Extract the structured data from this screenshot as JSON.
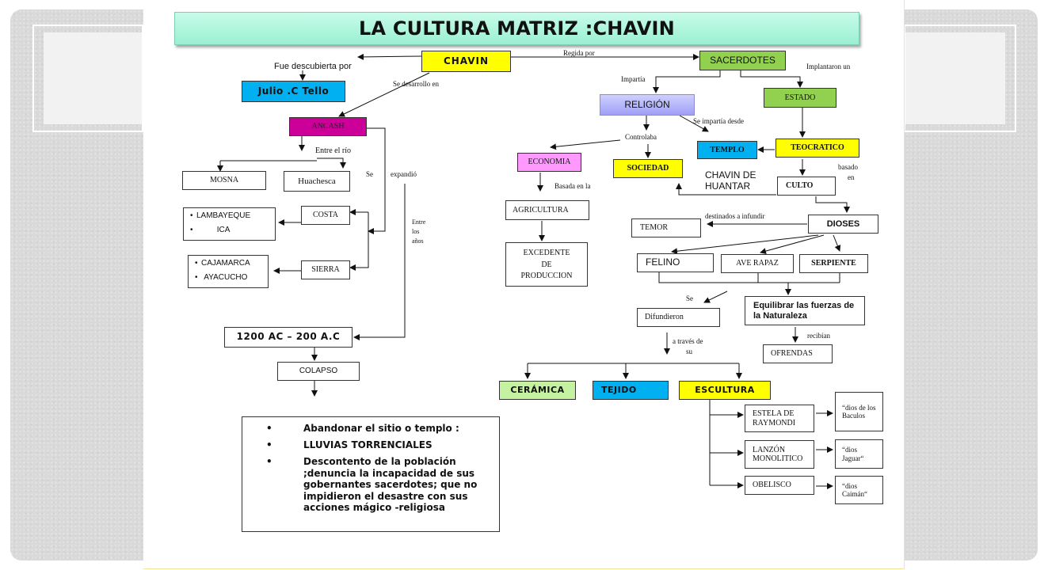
{
  "title": "LA CULTURA MATRIZ :CHAVIN",
  "nodes": {
    "chavin": "CHAVIN",
    "sacerdotes": "SACERDOTES",
    "julio": "Julio .C Tello",
    "ancash": "ANCASH",
    "religion": "RELIGIÓN",
    "estado": "ESTADO",
    "teocratico": "TEOCRATICO",
    "templo": "TEMPLO",
    "economia": "ECONOMIA",
    "sociedad": "SOCIEDAD",
    "mosna": "MOSNA",
    "huachesca": "Huachesca",
    "lambayeque": "LAMBAYEQUE",
    "ica": "ICA",
    "costa": "COSTA",
    "cajamarca": "CAJAMARCA",
    "ayacucho": "AYACUCHO",
    "sierra": "SIERRA",
    "agricultura": "AGRICULTURA",
    "excedente": "EXCEDENTE",
    "de": "DE",
    "produccion": "PRODUCCION",
    "culto": "CULTO",
    "dioses": "DIOSES",
    "temor": "TEMOR",
    "felino": "FELINO",
    "ave_rapaz": "AVE RAPAZ",
    "serpiente": "SERPIENTE",
    "difundieron": "Difundieron",
    "equilibrar": "Equilibrar las fuerzas de la Naturaleza",
    "ofrendas": "OFRENDAS",
    "periodo": "1200 AC – 200 A.C",
    "colapso": "COLAPSO",
    "ceramica": "CERÁMICA",
    "tejido": "TEJIDO",
    "escultura": "ESCULTURA",
    "estela": "ESTELA DE RAYMONDI",
    "lanzon": "LANZÓN MONOLITICO",
    "obelisco": "OBELISCO",
    "dios_baculos": "“dios de los Baculos",
    "dios_jaguar": "“dios Jaguar“",
    "dios_caiman": "“dios Caimán“"
  },
  "labels": {
    "fue_descubierta": "Fue descubierta por",
    "regida_por": "Regida por",
    "se_desarrollo": "Se desarrollo en",
    "impartia": "Impartía",
    "implantaron": "Implantaron un",
    "se_impartia_desde": "Se impartía desde",
    "controlaba": "Controlaba",
    "entre_el_rio": "Entre el río",
    "se": "Se",
    "expandio": "expandió",
    "basada_en_la": "Basada en la",
    "chavin_de": "CHAVIN DE",
    "huantar": "HUANTAR",
    "basado": "basado",
    "en": "en",
    "entre": "Entre",
    "los": "los",
    "anos": "años",
    "destinados": "destinados a infundir",
    "se2": "Se",
    "a_traves": "a través de",
    "su": "su",
    "recibian": "recibían"
  },
  "causes": [
    "Abandonar el sitio o templo :",
    "LLUVIAS TORRENCIALES",
    "Descontento de la población ;denuncia la incapacidad de sus gobernantes sacerdotes; que no impidieron el desastre con sus acciones mágico -religiosa"
  ],
  "colors": {
    "yellow": "#ffff00",
    "green": "#92d050",
    "cyan": "#00b0f0",
    "magenta": "#cc0099",
    "lavender": "#b4b4ff",
    "pink": "#ff99ff",
    "light_green": "#c4f2a0",
    "title": "#a6f3d8"
  }
}
